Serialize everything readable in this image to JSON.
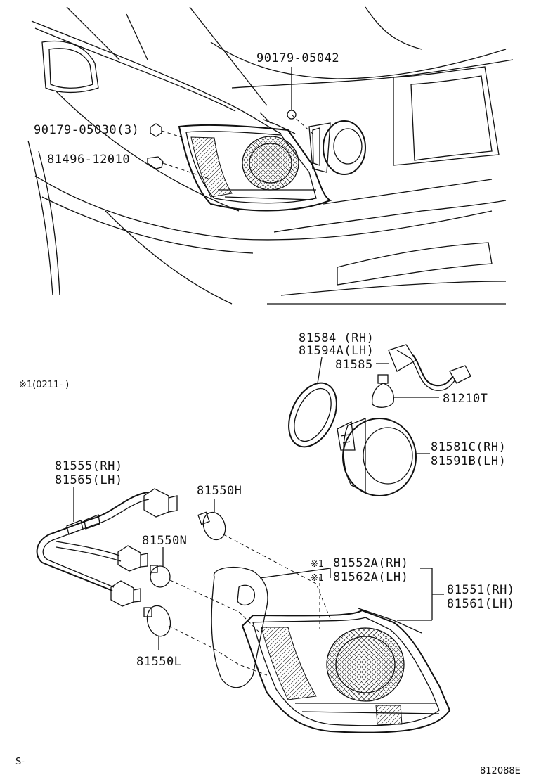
{
  "labels": {
    "p90179_05042": "90179-05042",
    "p90179_05030": "90179-05030(3)",
    "p81496": "81496-12010",
    "p81584": "81584 (RH)",
    "p81594a": "81594A(LH)",
    "p81585": "81585",
    "p81210t": "81210T",
    "p81581c": "81581C(RH)",
    "p81591b": "81591B(LH)",
    "p81555": "81555(RH)",
    "p81565": "81565(LH)",
    "p81550h": "81550H",
    "p81550n": "81550N",
    "p81550l": "81550L",
    "p81552a": "81552A(RH)",
    "p81562a": "81562A(LH)",
    "p81551": "81551(RH)",
    "p81561": "81561(LH)",
    "mark1": "※1",
    "mark2": "※1",
    "note": "※1(0211-      )",
    "corner_s": "S-",
    "code": "812088E"
  }
}
